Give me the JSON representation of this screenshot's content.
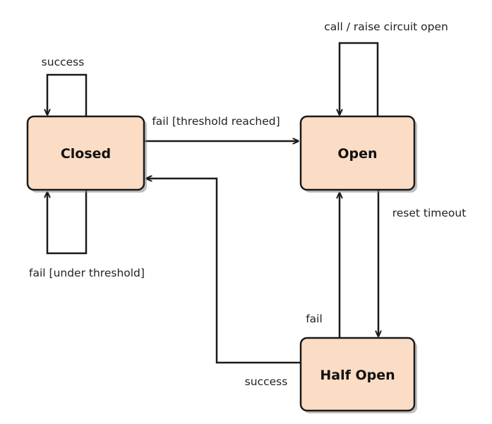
{
  "states": {
    "closed": {
      "label": "Closed"
    },
    "open": {
      "label": "Open"
    },
    "half_open": {
      "label": "Half Open"
    }
  },
  "transitions": {
    "closed_success": {
      "label": "success"
    },
    "closed_to_open": {
      "label": "fail [threshold reached]"
    },
    "closed_under_threshold": {
      "label": "fail [under threshold]"
    },
    "open_self": {
      "label": "call / raise circuit open"
    },
    "open_to_half_open": {
      "label": "reset timeout"
    },
    "half_open_to_open": {
      "label": "fail"
    },
    "half_open_to_closed": {
      "label": "success"
    }
  },
  "colors": {
    "state_fill": "#fbdcc4",
    "stroke": "#1a1a1a"
  }
}
